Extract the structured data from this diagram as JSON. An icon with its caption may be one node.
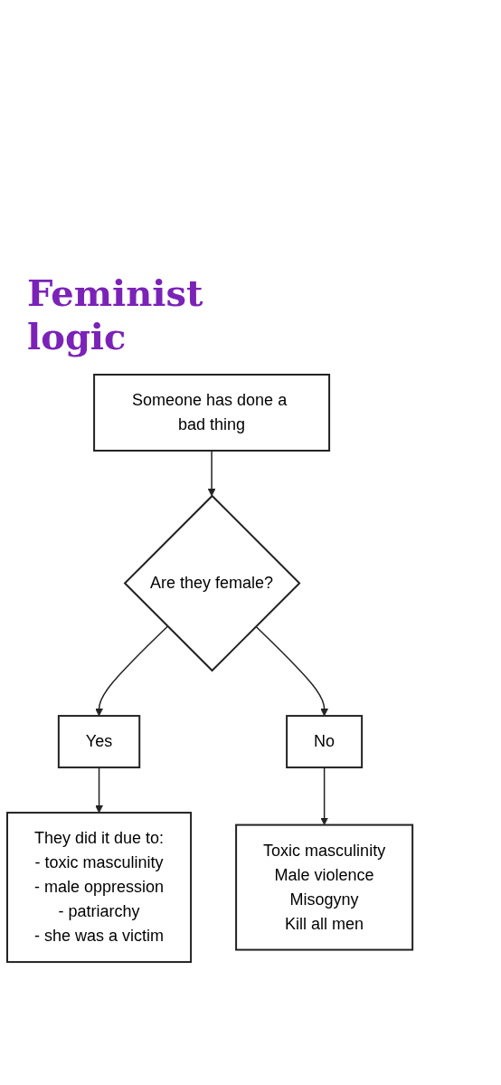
{
  "diagram": {
    "title": "Feminist logic",
    "nodes": [
      {
        "text": [
          "Someone has done a bad thing"
        ]
      },
      {
        "text": [
          "Are they female?"
        ]
      },
      {
        "text": [
          "Yes"
        ]
      },
      {
        "text": [
          "No"
        ]
      },
      {
        "text": [
          "They did it due to:",
          "- toxic masculinity",
          "- male oppression",
          "- patriarchy",
          "- she was a victim"
        ]
      },
      {
        "text": [
          "Toxic masculinity",
          "Male violence",
          "Misogyny",
          "Kill all men"
        ]
      }
    ],
    "edges": [
      {
        "from": 0,
        "to": 1,
        "arrow": "to"
      },
      {
        "from": 1,
        "to": 2,
        "arrow": "to"
      },
      {
        "from": 1,
        "to": 3,
        "arrow": "to"
      },
      {
        "from": 2,
        "to": 4,
        "arrow": "to"
      },
      {
        "from": 3,
        "to": 5,
        "arrow": "to"
      }
    ]
  }
}
